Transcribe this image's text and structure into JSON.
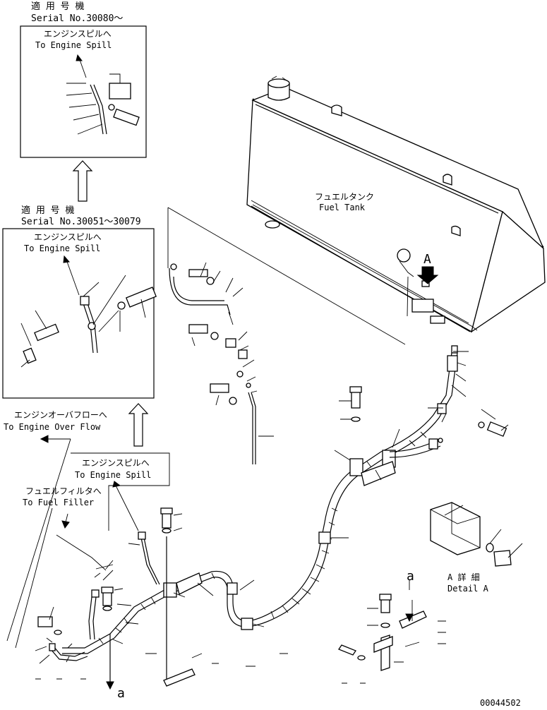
{
  "inset_top": {
    "applicability": "適 用 号 機",
    "serial": "Serial No.30080～",
    "spill_jp": "エンジンスピルへ",
    "spill_en": "To Engine Spill"
  },
  "inset_mid": {
    "applicability": "適 用 号 機",
    "serial": "Serial No.30051～30079",
    "spill_jp": "エンジンスピルへ",
    "spill_en": "To Engine Spill"
  },
  "tank": {
    "label_jp": "フュエルタンク",
    "label_en": "Fuel Tank",
    "view_marker": "A"
  },
  "callouts": {
    "overflow_jp": "エンジンオーバフローへ",
    "overflow_en": "To Engine Over Flow",
    "spill_jp": "エンジンスピルへ",
    "spill_en": "To Engine Spill",
    "filler_jp": "フュエルフィルタへ",
    "filler_en": "To Fuel Filler"
  },
  "detail": {
    "title_jp": "A 詳 細",
    "title_en": "Detail A"
  },
  "section_marks": {
    "top": "a",
    "bottom": "a"
  },
  "drawing_number": "00044502"
}
